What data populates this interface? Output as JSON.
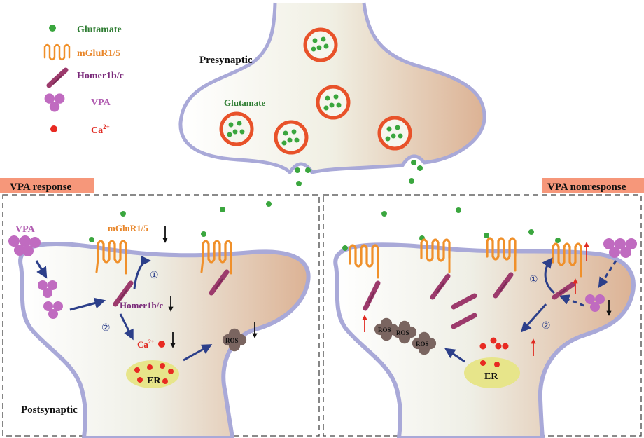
{
  "legend": {
    "glutamate": "Glutamate",
    "mglur": "mGluR1/5",
    "homer": "Homer1b/c",
    "vpa": "VPA",
    "ca": "Ca",
    "ca_sup": "2+"
  },
  "presynaptic": {
    "title": "Presynaptic",
    "glutamate_label": "Glutamate"
  },
  "left_panel": {
    "banner": "VPA response",
    "vpa": "VPA",
    "mglur": "mGluR1/5",
    "homer": "Homer1b/c",
    "ca": "Ca",
    "ca_sup": "2+",
    "er": "ER",
    "ros": "ROS",
    "step1": "①",
    "step2": "②",
    "postsynaptic": "Postsynaptic"
  },
  "right_panel": {
    "banner": "VPA nonresponse",
    "er": "ER",
    "ros1": "ROS",
    "ros2": "ROS",
    "ros3": "ROS",
    "step1": "①",
    "step2": "②"
  },
  "colors": {
    "glutamate": "#3aa63e",
    "mglur": "#f0902a",
    "homer": "#9c3a6c",
    "vpa": "#c06bc0",
    "ca": "#e82a22",
    "vesicle_ring": "#e8522a",
    "membrane": "#a9a9d8",
    "arrow": "#2c3f8a",
    "er_fill": "#e7e58a",
    "ros": "#7a6560",
    "banner": "#f6977a",
    "label_green": "#2f7d33",
    "label_orange": "#e8862a",
    "label_purple": "#7a2a7a",
    "label_vpa": "#b05ab0",
    "label_red": "#e02a22"
  }
}
